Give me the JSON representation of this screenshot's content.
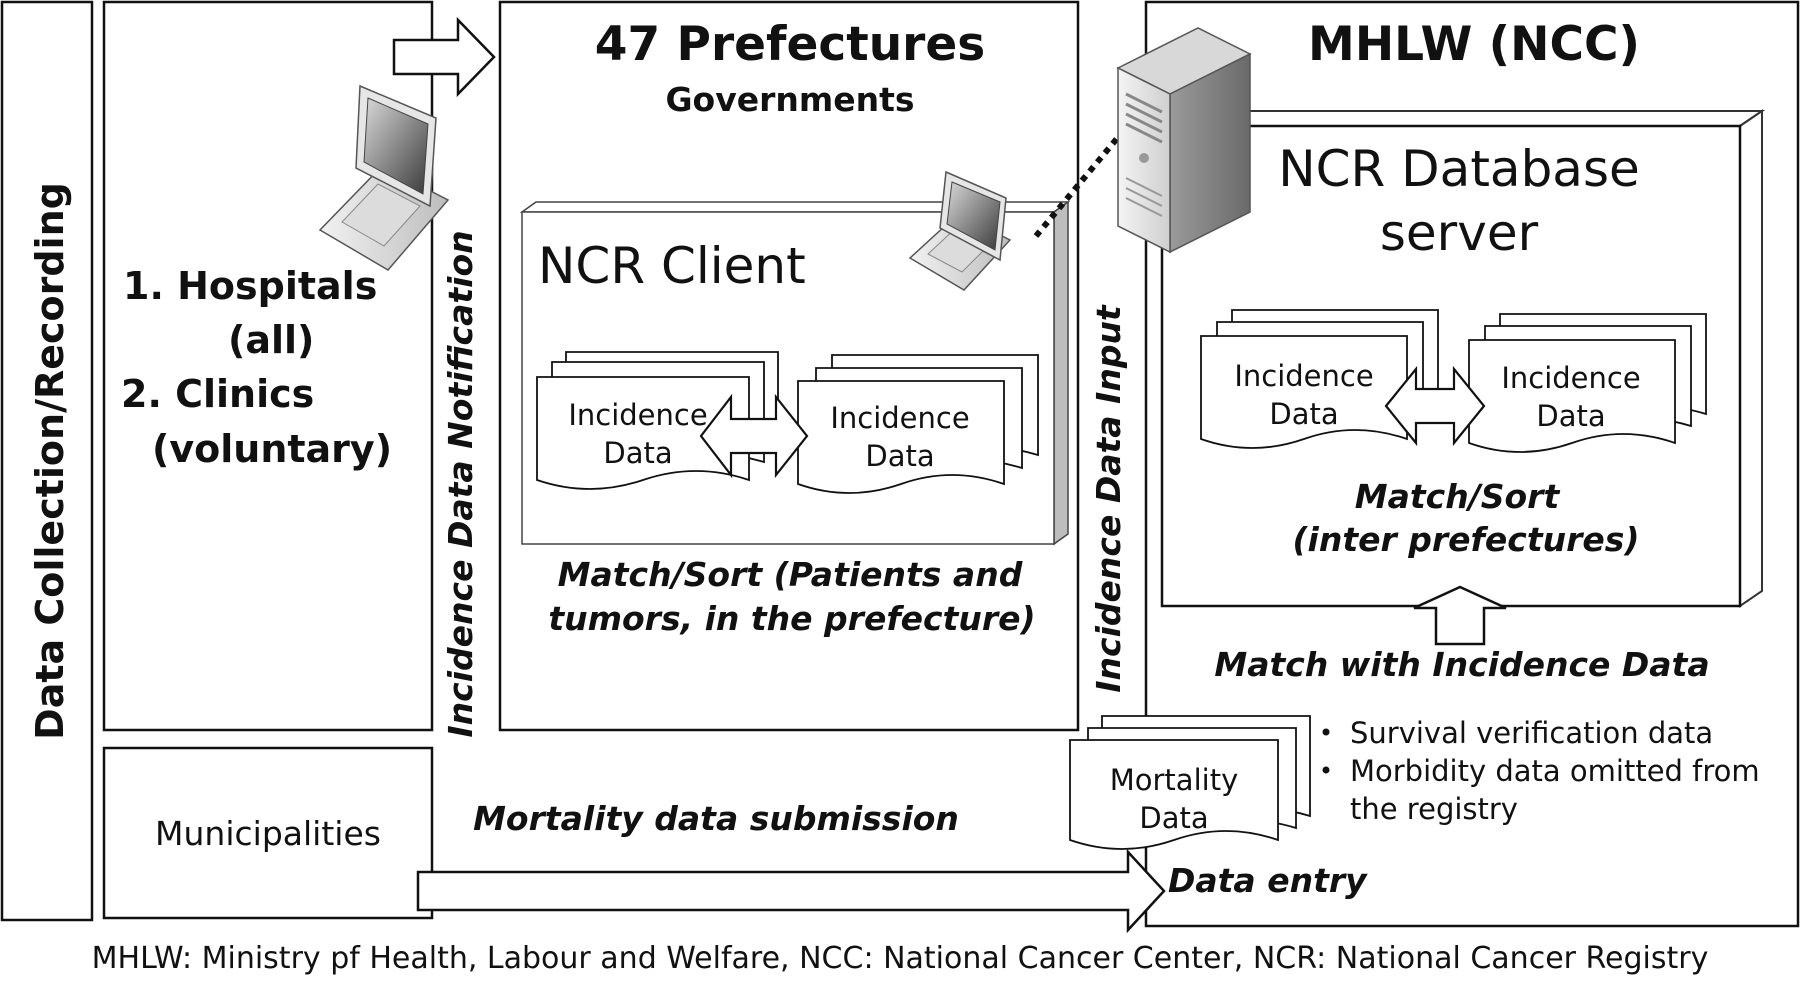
{
  "sidebar": {
    "label": "Data Collection/Recording"
  },
  "sources": {
    "item1": "1. Hospitals",
    "item1_sub": "(all)",
    "item2": "2. Clinics",
    "item2_sub": "(voluntary)",
    "municipalities": "Municipalities"
  },
  "arrows": {
    "notification": "Incidence Data Notification",
    "input": "Incidence Data Input",
    "mortality_submission": "Mortality data submission",
    "data_entry": "Data entry",
    "match_incidence": "Match with Incidence Data"
  },
  "prefectures": {
    "title": "47 Prefectures",
    "subtitle": "Governments",
    "client_label": "NCR Client",
    "doc_left_line1": "Incidence",
    "doc_left_line2": "Data",
    "doc_right_line1": "Incidence",
    "doc_right_line2": "Data",
    "caption_line1": "Match/Sort (Patients and",
    "caption_line2": "tumors, in the prefecture)"
  },
  "mhlw": {
    "title": "MHLW (NCC)",
    "server_line1": "NCR Database",
    "server_line2": "server",
    "doc_left_line1": "Incidence",
    "doc_left_line2": "Data",
    "doc_right_line1": "Incidence",
    "doc_right_line2": "Data",
    "caption_line1": "Match/Sort",
    "caption_line2": "(inter prefectures)",
    "mortality_doc_line1": "Mortality",
    "mortality_doc_line2": "Data",
    "bullets": [
      "Survival verification data",
      "Morbidity data omitted from",
      "the registry"
    ]
  },
  "footer": "MHLW: Ministry pf Health, Labour and Welfare, NCC: National Cancer Center, NCR: National Cancer Registry"
}
